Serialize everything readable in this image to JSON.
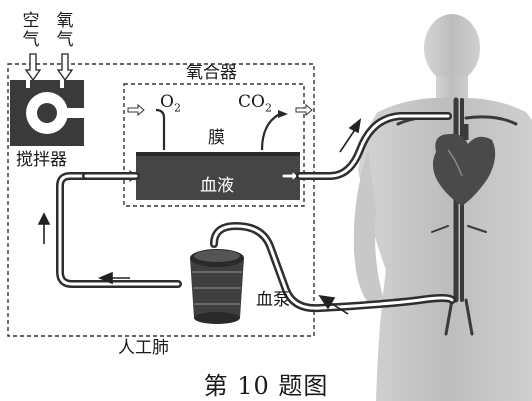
{
  "labels": {
    "air": "空气",
    "oxygen": "氧气",
    "oxygenator": "氧合器",
    "o2": "O",
    "o2_sub": "2",
    "co2": "CO",
    "co2_sub": "2",
    "membrane": "膜",
    "blood": "血液",
    "stirrer": "搅拌器",
    "blood_pump": "血泵",
    "artificial_lung": "人工肺"
  },
  "caption": "第 10 题图"
}
